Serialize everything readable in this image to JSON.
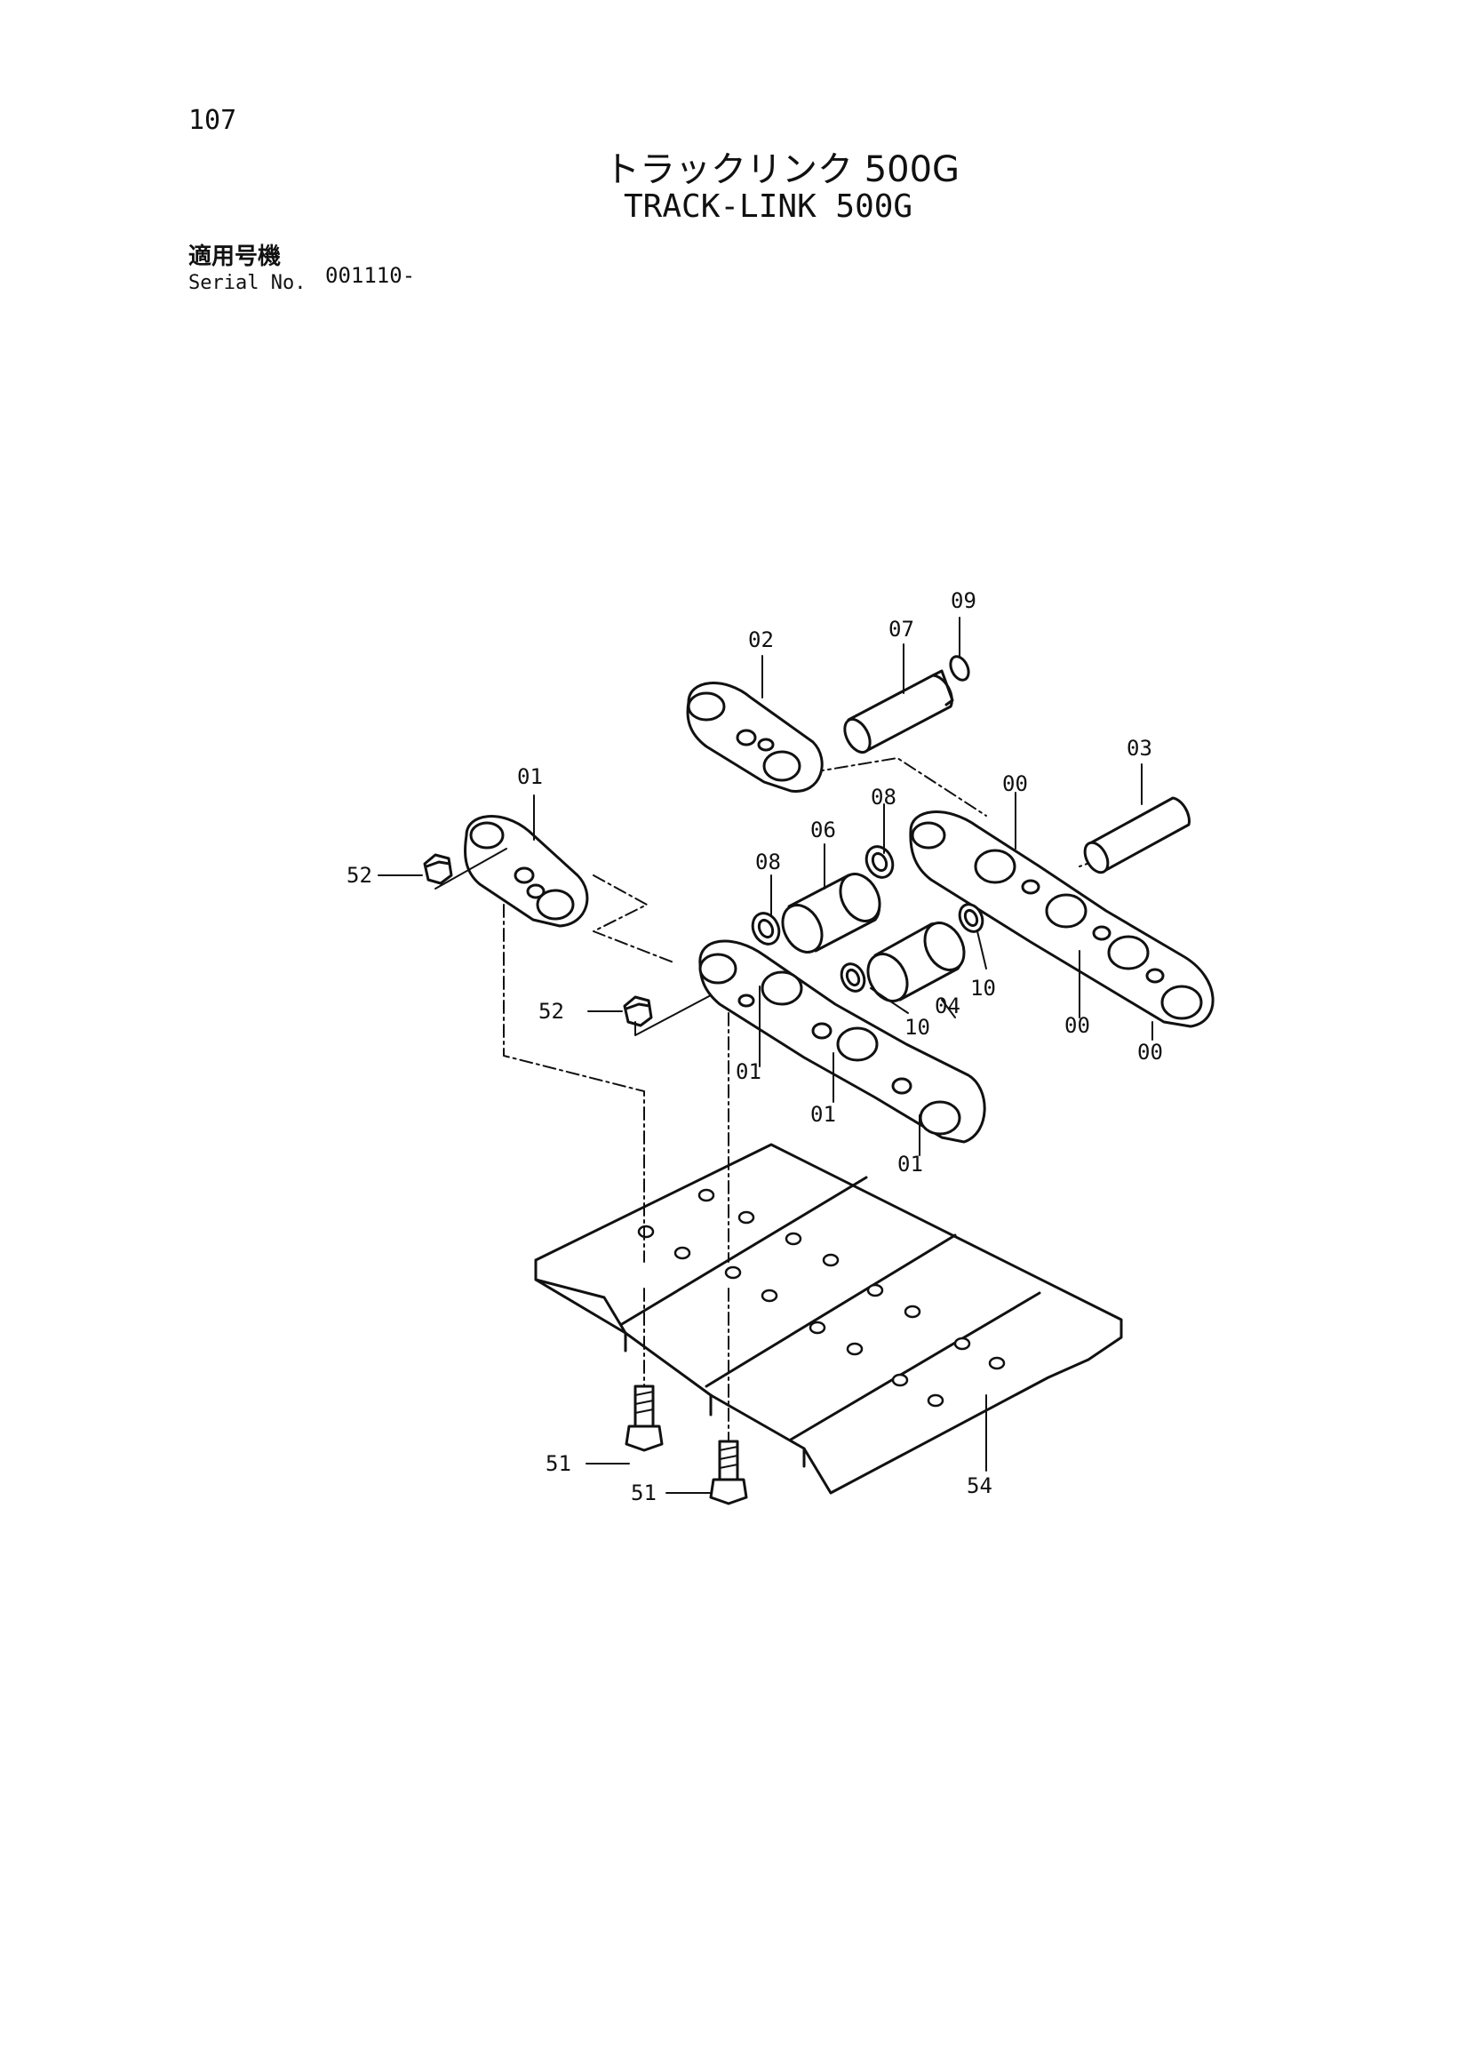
{
  "page": {
    "number": "107"
  },
  "title": {
    "japanese": "トラックリンク 500G",
    "english": "TRACK-LINK 500G"
  },
  "serial": {
    "label_jp": "適用号機",
    "label_en": "Serial No.",
    "value": "001110-"
  },
  "callouts": {
    "c00a": "00",
    "c00b": "00",
    "c00c": "00",
    "c01a": "01",
    "c01b": "01",
    "c01c": "01",
    "c01d": "01",
    "c02": "02",
    "c03": "03",
    "c04": "04",
    "c06": "06",
    "c07": "07",
    "c08a": "08",
    "c08b": "08",
    "c09": "09",
    "c10a": "10",
    "c10b": "10",
    "c51a": "51",
    "c51b": "51",
    "c52a": "52",
    "c52b": "52",
    "c54": "54"
  }
}
